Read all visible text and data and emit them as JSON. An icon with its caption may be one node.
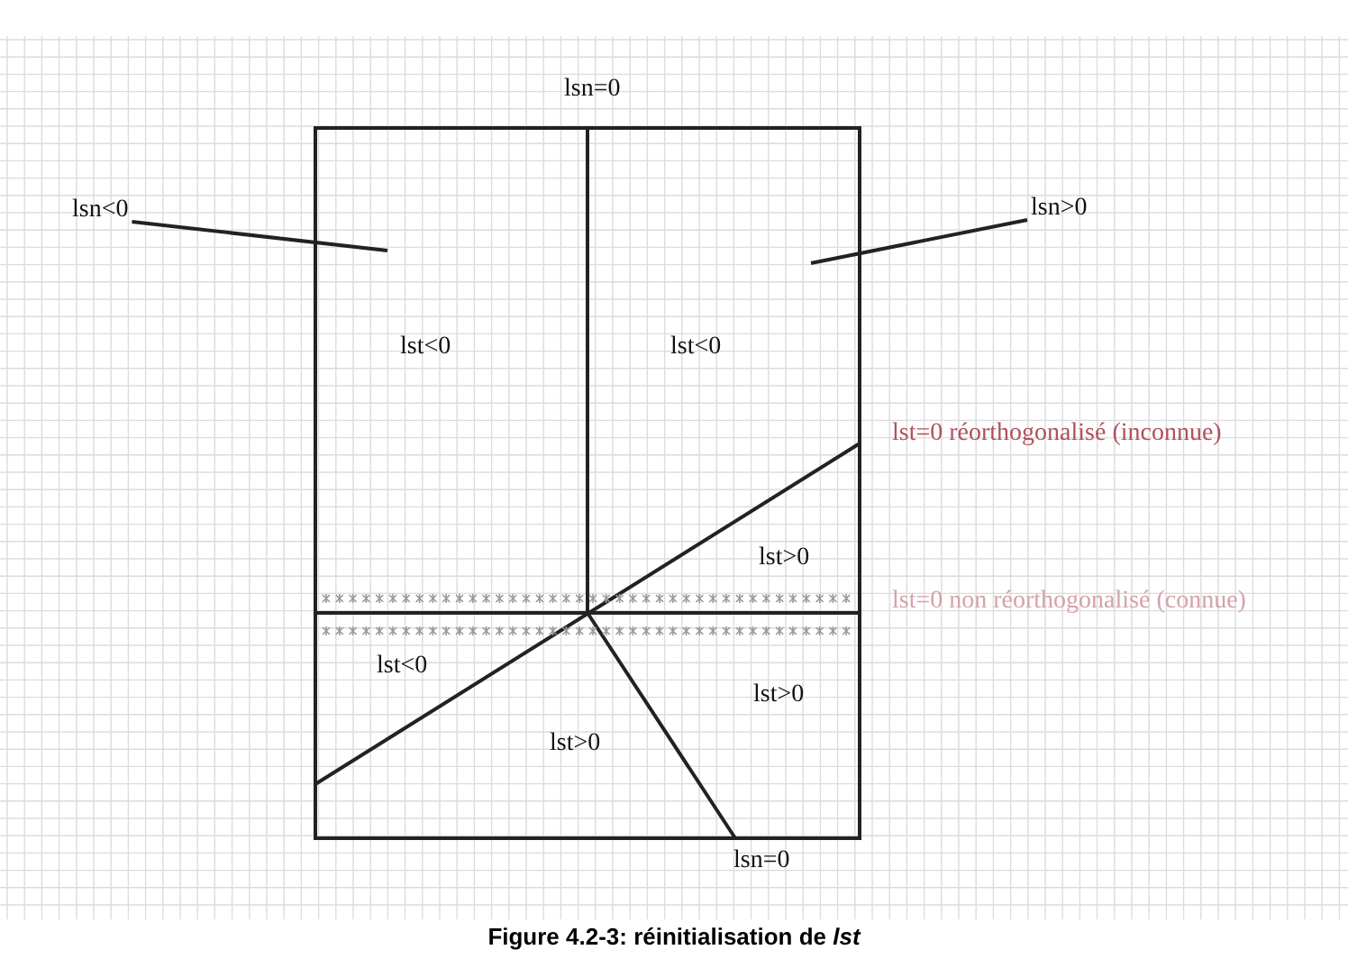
{
  "diagram": {
    "caption": "Figure 4.2-3: réinitialisation de *lst*",
    "nodes": [
      {
        "text": [
          "lsn<0"
        ]
      },
      {
        "text": [
          "lsn>0"
        ]
      }
    ],
    "edges": [
      {
        "from": 0,
        "to": null,
        "arrow": "none"
      },
      {
        "from": 1,
        "to": null,
        "arrow": "none"
      }
    ],
    "labels": [
      "lsn=0",
      "lst<0",
      "lst<0",
      "lst=0 réorthogonalisé (inconnue)",
      "lst>0",
      "lst=0 non réorthogonalisé (connue)",
      "lst<0",
      "lst>0",
      "lst>0",
      "lsn=0"
    ]
  }
}
